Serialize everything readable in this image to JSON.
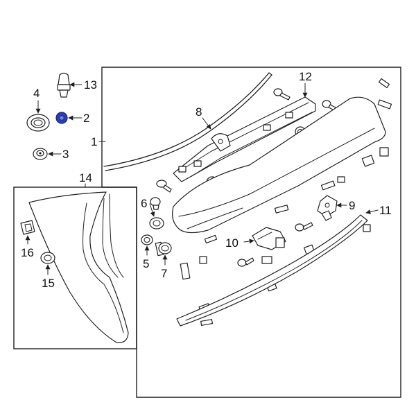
{
  "colors": {
    "line": "#1f1f1f",
    "highlight": "#2b3fb3",
    "background": "#ffffff"
  },
  "callouts": [
    {
      "id": "c1",
      "label": "1"
    },
    {
      "id": "c2",
      "label": "2"
    },
    {
      "id": "c3",
      "label": "3"
    },
    {
      "id": "c4",
      "label": "4"
    },
    {
      "id": "c5",
      "label": "5"
    },
    {
      "id": "c6",
      "label": "6"
    },
    {
      "id": "c7",
      "label": "7"
    },
    {
      "id": "c8",
      "label": "8"
    },
    {
      "id": "c9",
      "label": "9"
    },
    {
      "id": "c10",
      "label": "10"
    },
    {
      "id": "c11",
      "label": "11"
    },
    {
      "id": "c12",
      "label": "12"
    },
    {
      "id": "c13",
      "label": "13"
    },
    {
      "id": "c14",
      "label": "14"
    },
    {
      "id": "c15",
      "label": "15"
    },
    {
      "id": "c16",
      "label": "16"
    }
  ],
  "highlighted_part": "2"
}
